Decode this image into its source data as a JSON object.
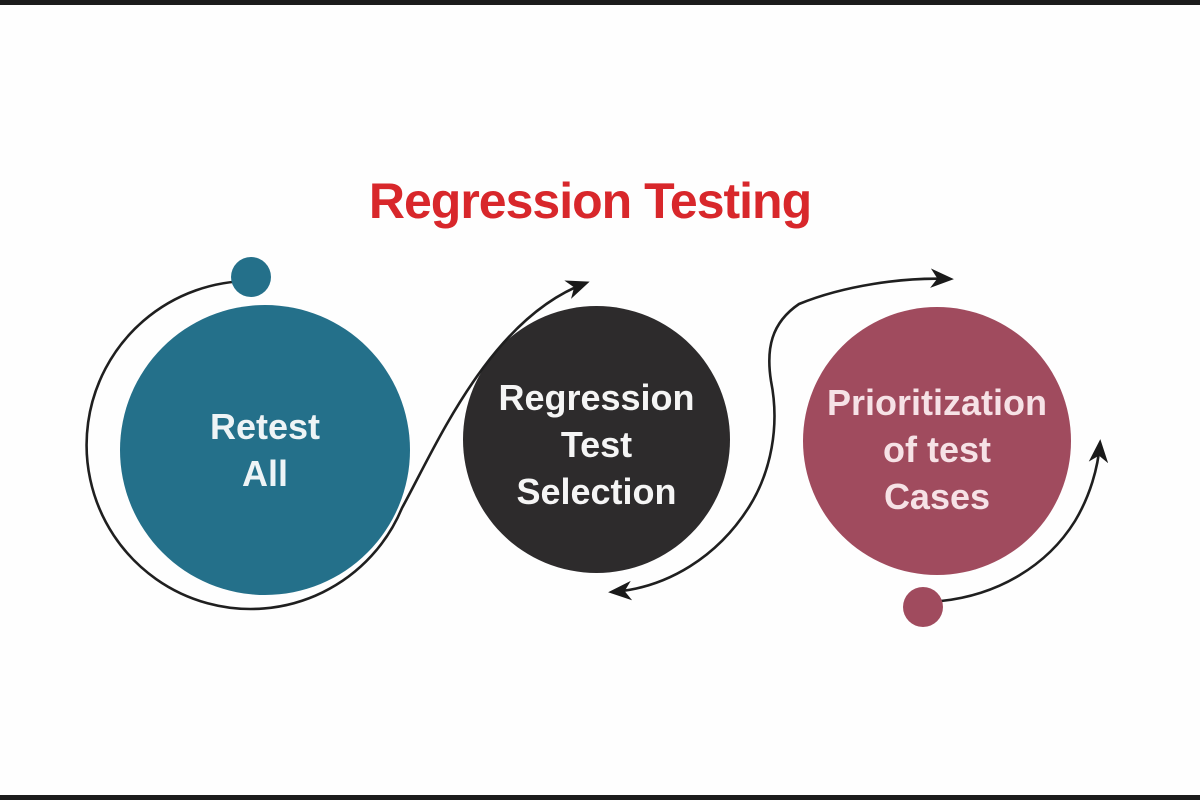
{
  "title": {
    "text": "Regression Testing"
  },
  "colors": {
    "title": "#d8272b",
    "connector": "#1f1f1f",
    "background": "#fefefe",
    "edge_bar": "#1c1c1c"
  },
  "nodes": [
    {
      "name": "retest-all",
      "lines": [
        "Retest",
        "All"
      ],
      "fill": "#24708a",
      "text_color": "#eef4f6"
    },
    {
      "name": "regression-test-selection",
      "lines": [
        "Regression",
        "Test",
        "Selection"
      ],
      "fill": "#2d2b2c",
      "text_color": "#f5f5f5"
    },
    {
      "name": "prioritization-of-test-cases",
      "lines": [
        "Prioritization",
        "of test",
        "Cases"
      ],
      "fill": "#a04b5e",
      "text_color": "#f6e2e6"
    }
  ]
}
